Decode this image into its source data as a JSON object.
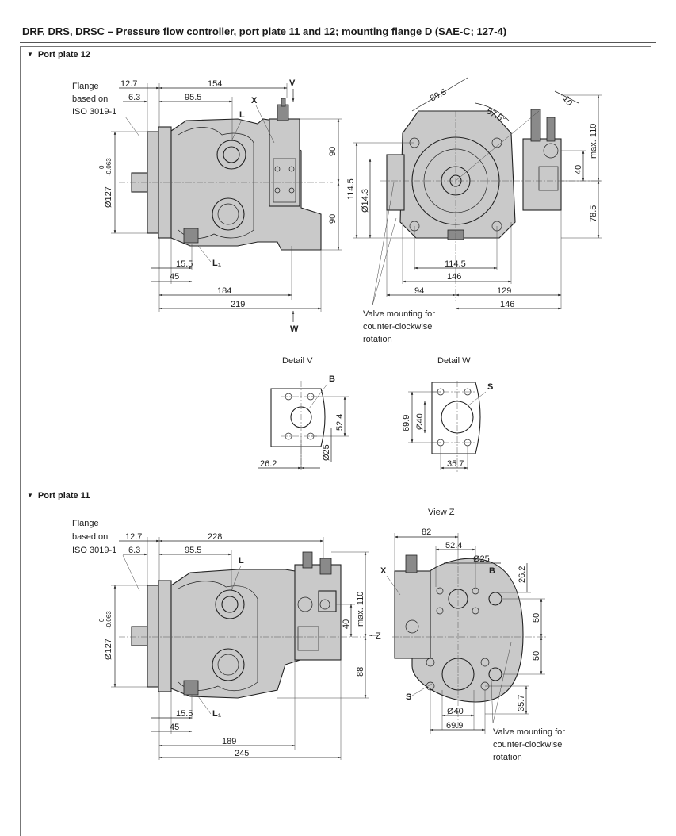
{
  "page_title": "DRF, DRS, DRSC – Pressure flow controller, port plate 11 and 12; mounting flange D (SAE-C; 127-4)",
  "sections": {
    "plate12": {
      "title": "Port plate 12"
    },
    "plate11": {
      "title": "Port plate 11"
    }
  },
  "flange_note": {
    "line1": "Flange",
    "line2": "based on",
    "line3": "ISO 3019-1"
  },
  "valve_note": {
    "line1": "Valve mounting for",
    "line2": "counter-clockwise",
    "line3": "rotation"
  },
  "plate12": {
    "side": {
      "dims": {
        "d12_7": "12.7",
        "d6_3": "6.3",
        "d154": "154",
        "d95_5": "95.5",
        "d90a": "90",
        "d90b": "90",
        "d15_5": "15.5",
        "d45": "45",
        "d184": "184",
        "d219": "219",
        "dia127": "Ø127",
        "tol_top": "0",
        "tol_bot": "-0.063"
      },
      "labels": {
        "V": "V",
        "X": "X",
        "L": "L",
        "L1": "L₁",
        "W": "W"
      }
    },
    "front": {
      "dims": {
        "d89_5": "89.5",
        "d57_5": "57.5°",
        "d10": "10",
        "dmax110": "max. 110",
        "d40": "40",
        "d78_5": "78.5",
        "d114_5v": "114.5",
        "dia14_3": "Ø14.3",
        "d114_5h": "114.5",
        "d146a": "146",
        "d94": "94",
        "d129": "129",
        "d146b": "146"
      }
    },
    "detail_v": {
      "title": "Detail V",
      "B": "B",
      "d52_4": "52.4",
      "dia25": "Ø25",
      "d26_2": "26.2"
    },
    "detail_w": {
      "title": "Detail W",
      "S": "S",
      "d69_9": "69.9",
      "dia40": "Ø40",
      "d35_7": "35.7"
    }
  },
  "plate11": {
    "side": {
      "dims": {
        "d12_7": "12.7",
        "d6_3": "6.3",
        "d228": "228",
        "d95_5": "95.5",
        "dmax110": "max. 110",
        "d40": "40",
        "d88": "88",
        "d15_5": "15.5",
        "d45": "45",
        "d189": "189",
        "d245": "245",
        "dia127": "Ø127",
        "tol_top": "0",
        "tol_bot": "-0.063"
      },
      "labels": {
        "L": "L",
        "L1": "L₁",
        "Z": "Z"
      }
    },
    "view_z": {
      "title": "View Z",
      "dims": {
        "d82": "82",
        "d52_4": "52.4",
        "dia25": "Ø25",
        "d26_2": "26.2",
        "d50a": "50",
        "d50b": "50",
        "d35_7": "35.7",
        "dia40": "Ø40",
        "d69_9": "69.9"
      },
      "labels": {
        "X": "X",
        "B": "B",
        "S": "S"
      }
    }
  }
}
